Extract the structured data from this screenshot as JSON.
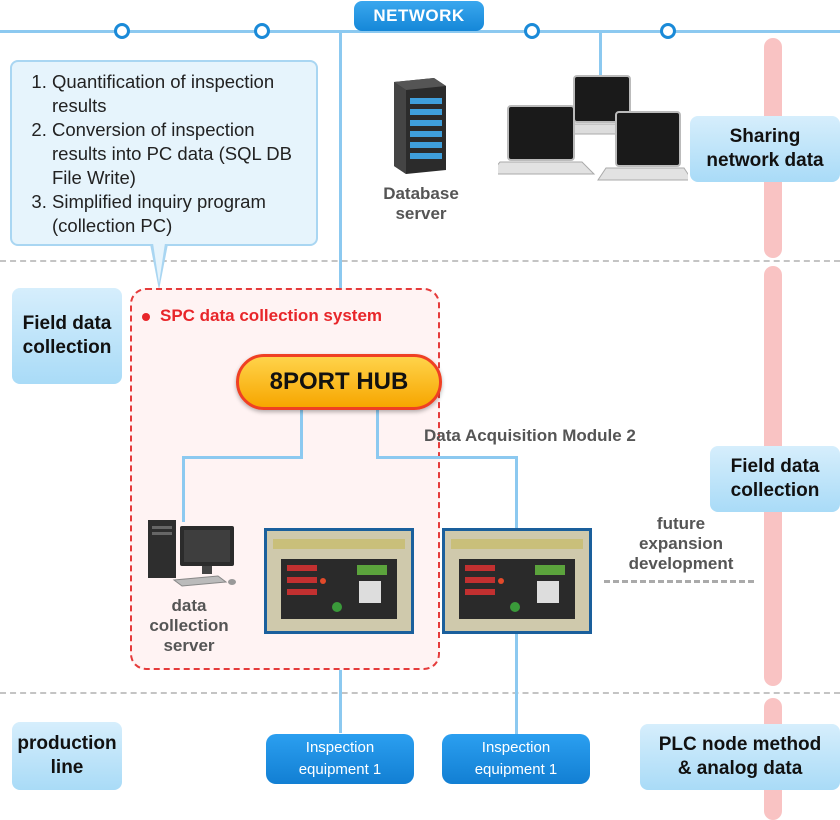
{
  "network": {
    "label": "NETWORK"
  },
  "callout": {
    "items": [
      "Quantification of inspection results",
      "Conversion of inspection results into PC data (SQL DB File Write)",
      "Simplified inquiry program (collection PC)"
    ]
  },
  "database_server": {
    "label": "Database server"
  },
  "rows": {
    "top_right": "Sharing network data",
    "middle_left": "Field data collection",
    "middle_right": "Field data collection",
    "bottom_left": "production line",
    "bottom_right": "PLC node method & analog data"
  },
  "spc": {
    "title": "SPC data collection system"
  },
  "hub": {
    "label": "8PORT HUB"
  },
  "module_label": "Data Acquisition Module 2",
  "future_label": "future expansion development",
  "collection_server": {
    "label": "data collection server"
  },
  "equipment": [
    {
      "label": "Inspection equipment 1"
    },
    {
      "label": "Inspection equipment 1"
    }
  ],
  "colors": {
    "network_line": "#8cc9f0",
    "accent_blue": "#1587d8",
    "spc_red": "#e8262a",
    "hub_yellow": "#f7a600",
    "pink_band": "#f9c3c3"
  }
}
